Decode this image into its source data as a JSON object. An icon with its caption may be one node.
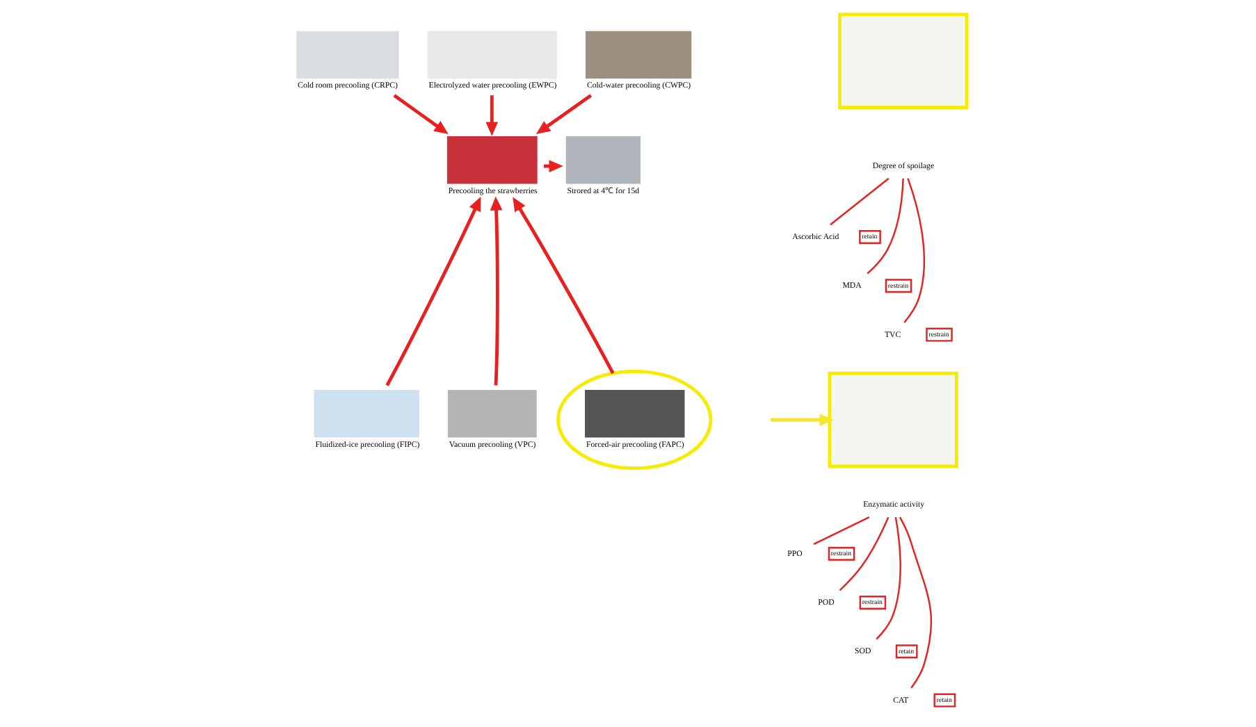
{
  "diagram": {
    "nodes": [
      {
        "text": [
          "Cold room precooling (CRPC)"
        ]
      },
      {
        "text": [
          "Electrolyzed water precooling (EWPC)"
        ]
      },
      {
        "text": [
          "Cold-water precooling (CWPC)"
        ]
      },
      {
        "text": [
          "Precooling the strawberries"
        ]
      },
      {
        "text": [
          "Strored at 4℃ for 15d"
        ]
      },
      {
        "text": [
          "Fluidized-ice precooling (FIPC)"
        ]
      },
      {
        "text": [
          "Vacuum precooling (VPC)"
        ]
      },
      {
        "text": [
          "Forced-air precooling (FAPC)"
        ]
      },
      {
        "text": [],
        "shape": "box"
      },
      {
        "text": [
          "Degree of spoilage"
        ]
      },
      {
        "text": [
          "Ascorbic Acid"
        ]
      },
      {
        "text": [
          "retain"
        ]
      },
      {
        "text": [
          "MDA"
        ]
      },
      {
        "text": [
          "restrain"
        ]
      },
      {
        "text": [
          "TVC"
        ]
      },
      {
        "text": [
          "restrain"
        ]
      },
      {
        "text": [],
        "shape": "box"
      },
      {
        "text": [
          "Enzymatic activity"
        ]
      },
      {
        "text": [
          "PPO"
        ]
      },
      {
        "text": [
          "restrain"
        ]
      },
      {
        "text": [
          "POD"
        ]
      },
      {
        "text": [
          "restrain"
        ]
      },
      {
        "text": [
          "SOD"
        ]
      },
      {
        "text": [
          "retain"
        ]
      },
      {
        "text": [
          "CAT"
        ]
      },
      {
        "text": [
          "retain"
        ]
      }
    ],
    "edges": [
      {
        "from": 0,
        "to": 3,
        "arrow": "to"
      },
      {
        "from": 1,
        "to": 3,
        "arrow": "to"
      },
      {
        "from": 2,
        "to": 3,
        "arrow": "to"
      },
      {
        "from": 5,
        "to": 3,
        "arrow": "to"
      },
      {
        "from": 6,
        "to": 3,
        "arrow": "to"
      },
      {
        "from": 7,
        "to": 3,
        "arrow": "to"
      },
      {
        "from": 3,
        "to": 4,
        "arrow": "to"
      },
      {
        "from": null,
        "to": 16,
        "arrow": "to",
        "color": "#f5e62a"
      },
      {
        "from": 9,
        "to": 10,
        "arrow": "none"
      },
      {
        "from": 9,
        "to": 12,
        "arrow": "none"
      },
      {
        "from": 9,
        "to": 14,
        "arrow": "none"
      },
      {
        "from": 17,
        "to": 18,
        "arrow": "none"
      },
      {
        "from": 17,
        "to": 20,
        "arrow": "none"
      },
      {
        "from": 17,
        "to": 22,
        "arrow": "none"
      },
      {
        "from": 17,
        "to": 24,
        "arrow": "none"
      }
    ]
  }
}
